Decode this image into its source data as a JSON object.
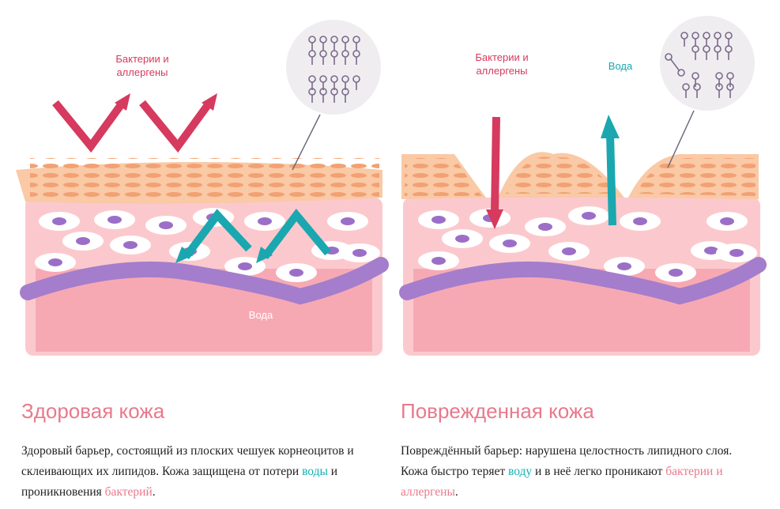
{
  "colors": {
    "bacteria": "#d63a5e",
    "water": "#1aa7b0",
    "title": "#e8798c"
  },
  "healthy": {
    "label_bacteria": "Бактерии и аллергены",
    "label_water": "Вода",
    "title": "Здоровая кожа",
    "desc_1": "Здоровый барьер, состоящий из плоских чешуек корнеоцитов и склеивающих их липидов. Кожа защищена от потери ",
    "desc_water": "воды",
    "desc_2": " и проникновения ",
    "desc_bacteria": "бактерий",
    "desc_3": "."
  },
  "damaged": {
    "label_bacteria": "Бактерии и аллергены",
    "label_water": "Вода",
    "title": "Поврежденная кожа",
    "desc_1": "Повреждённый барьер: нарушена целостность липидного слоя. Кожа быстро теряет ",
    "desc_water": "воду",
    "desc_2": " и в неё легко проникают ",
    "desc_bacteria": "бактерии и аллергены",
    "desc_3": "."
  }
}
